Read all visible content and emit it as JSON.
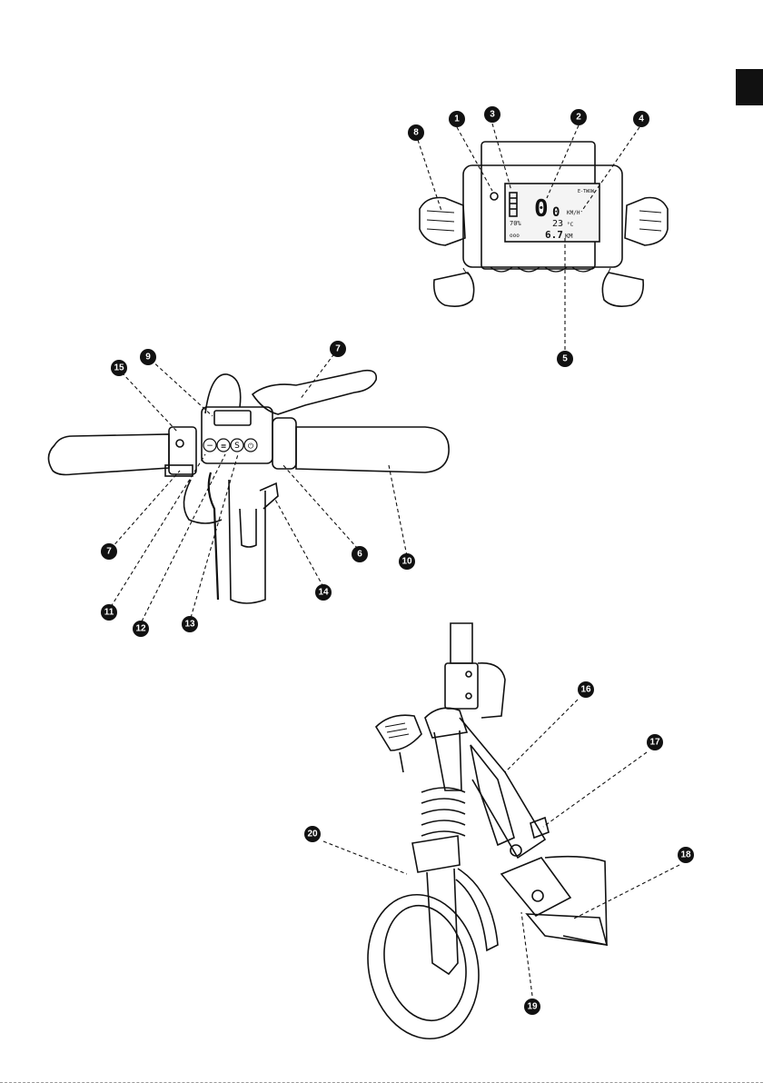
{
  "callouts": [
    "1",
    "2",
    "3",
    "4",
    "5",
    "6",
    "7",
    "8",
    "9",
    "10",
    "11",
    "12",
    "13",
    "14",
    "15",
    "16",
    "17",
    "18",
    "19",
    "20"
  ],
  "display": {
    "brand": "E-TWOW",
    "speed": "0",
    "speed_unit": "KM/H",
    "battery_percent": "70%",
    "temperature": "23",
    "temperature_unit": "°C",
    "distance": "6.7",
    "distance_unit": "KM",
    "light_indicator": "ooo"
  },
  "controller": {
    "button_minus": "−",
    "button_menu": "≡",
    "button_s": "S",
    "button_power": "⏻"
  },
  "colors": {
    "ink": "#111111",
    "paper": "#ffffff",
    "lcd_bg": "#f4f4f4"
  },
  "icons": [
    "handlebar-grip-icon",
    "brake-lever-icon",
    "lcd-display-icon",
    "scooter-front-icon"
  ]
}
